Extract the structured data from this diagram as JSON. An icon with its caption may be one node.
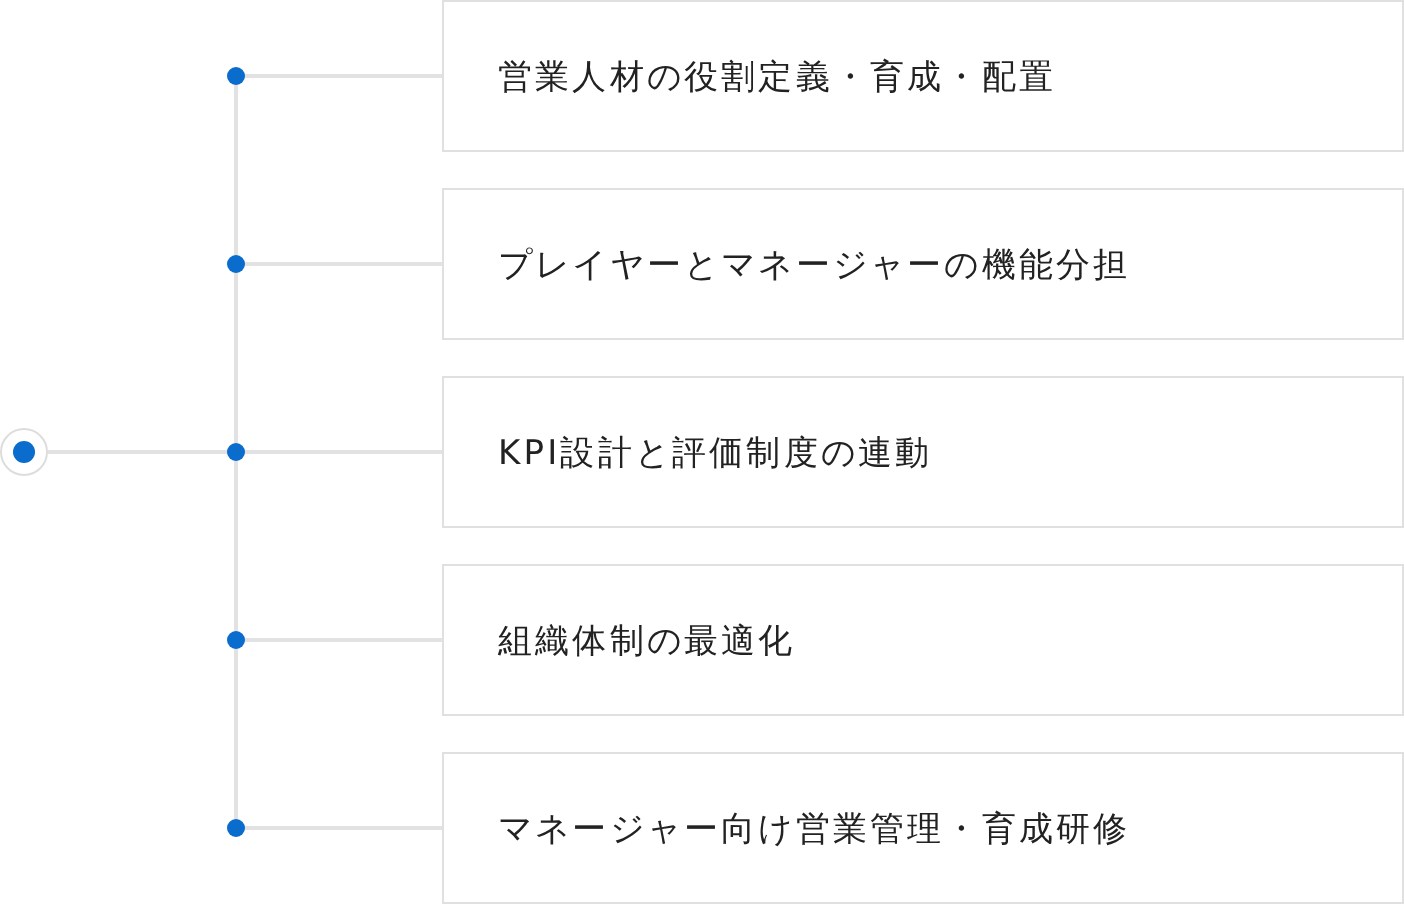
{
  "diagram": {
    "nodes": [
      {
        "text": [],
        "shape": "circle"
      },
      {
        "text": [
          "営業人材の役割定義・育成・配置"
        ]
      },
      {
        "text": [
          "プレイヤーとマネージャーの機能分担"
        ]
      },
      {
        "text": [
          "KPI設計と評価制度の連動"
        ]
      },
      {
        "text": [
          "組織体制の最適化"
        ]
      },
      {
        "text": [
          "マネージャー向け営業管理・育成研修"
        ]
      }
    ],
    "edges": [
      {
        "from": 0,
        "to": 1,
        "arrow": "none"
      },
      {
        "from": 0,
        "to": 2,
        "arrow": "none"
      },
      {
        "from": 0,
        "to": 3,
        "arrow": "none"
      },
      {
        "from": 0,
        "to": 4,
        "arrow": "none"
      },
      {
        "from": 0,
        "to": 5,
        "arrow": "none"
      }
    ]
  }
}
